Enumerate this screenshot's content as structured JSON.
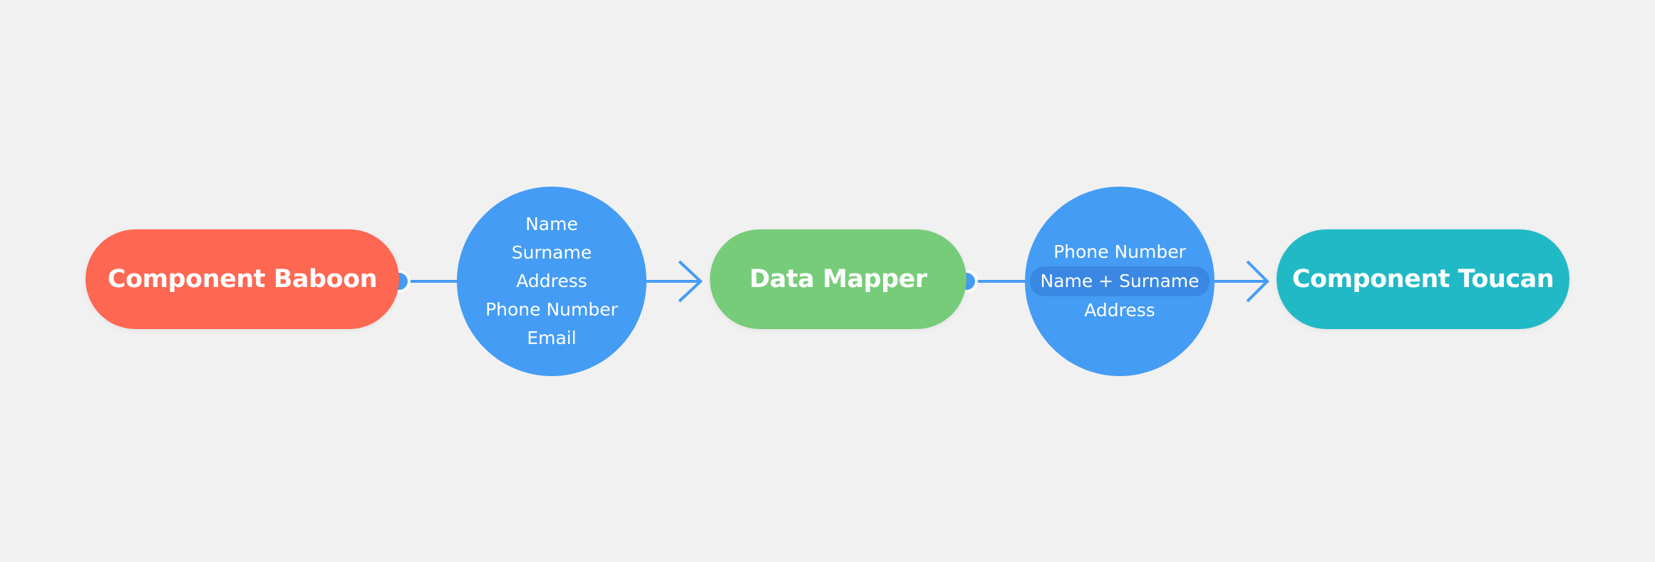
{
  "nodes": {
    "baboon": {
      "label": "Component Baboon",
      "color": "#fe6752"
    },
    "mapper": {
      "label": "Data Mapper",
      "color": "#77cc7a"
    },
    "toucan": {
      "label": "Component Toucan",
      "color": "#22b9c6"
    }
  },
  "payloads": {
    "first": {
      "fields": [
        "Name",
        "Surname",
        "Address",
        "Phone Number",
        "Email"
      ]
    },
    "second": {
      "fields": [
        "Phone Number",
        "Name + Surname",
        "Address"
      ],
      "highlighted_field": "Name + Surname"
    }
  },
  "colors": {
    "background": "#f1f1f1",
    "connector": "#459cf4",
    "bubble": "#459cf4",
    "highlight": "#3a87e4",
    "text": "#ffffff"
  },
  "edges": [
    {
      "from": "Component Baboon",
      "to": "Data Mapper"
    },
    {
      "from": "Data Mapper",
      "to": "Component Toucan"
    }
  ]
}
